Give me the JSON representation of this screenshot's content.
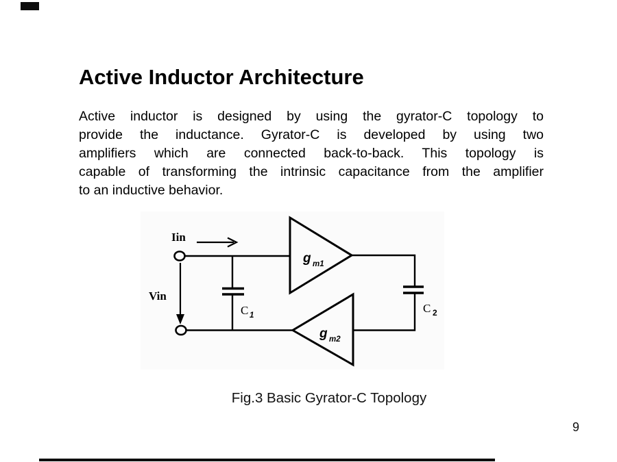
{
  "title": "Active Inductor Architecture",
  "paragraph": {
    "lines": [
      "Active inductor is designed by using the gyrator-C topology to",
      "provide the inductance. Gyrator-C is developed by using two",
      "amplifiers which are connected back-to-back. This topology is",
      "capable of transforming the intrinsic capacitance from the amplifier",
      "to an inductive behavior."
    ]
  },
  "figure": {
    "caption": "Fig.3 Basic Gyrator-C Topology",
    "labels": {
      "input_current": "Iin",
      "input_voltage": "Vin",
      "amp1": {
        "base": "g",
        "sub": "m1"
      },
      "amp2": {
        "base": "g",
        "sub": "m2"
      },
      "cap1": {
        "base": "C",
        "sub": "1"
      },
      "cap2": {
        "base": "C",
        "sub": "2"
      }
    }
  },
  "page": {
    "number": "9"
  },
  "colors": {
    "ink": "#000000",
    "figure_background": "#fbfbfb",
    "page_background": "#ffffff"
  }
}
